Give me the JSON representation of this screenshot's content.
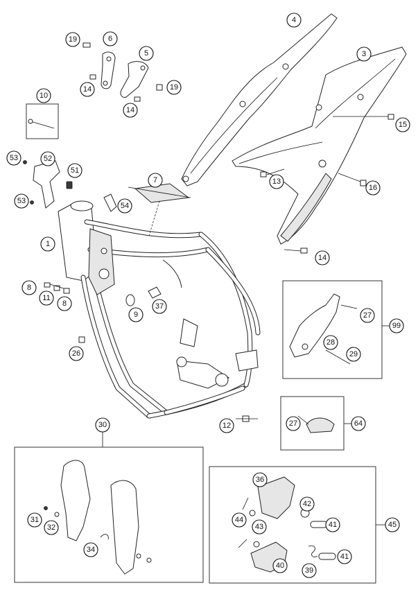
{
  "callouts": [
    {
      "id": "c1",
      "label": "1"
    },
    {
      "id": "c3",
      "label": "3"
    },
    {
      "id": "c4",
      "label": "4"
    },
    {
      "id": "c5",
      "label": "5"
    },
    {
      "id": "c6",
      "label": "6"
    },
    {
      "id": "c7",
      "label": "7"
    },
    {
      "id": "c8a",
      "label": "8"
    },
    {
      "id": "c8b",
      "label": "8"
    },
    {
      "id": "c9",
      "label": "9"
    },
    {
      "id": "c10",
      "label": "10"
    },
    {
      "id": "c11",
      "label": "11"
    },
    {
      "id": "c12",
      "label": "12"
    },
    {
      "id": "c13",
      "label": "13"
    },
    {
      "id": "c14a",
      "label": "14"
    },
    {
      "id": "c14b",
      "label": "14"
    },
    {
      "id": "c14c",
      "label": "14"
    },
    {
      "id": "c15",
      "label": "15"
    },
    {
      "id": "c16",
      "label": "16"
    },
    {
      "id": "c19a",
      "label": "19"
    },
    {
      "id": "c19b",
      "label": "19"
    },
    {
      "id": "c26",
      "label": "26"
    },
    {
      "id": "c27a",
      "label": "27"
    },
    {
      "id": "c27b",
      "label": "27"
    },
    {
      "id": "c28",
      "label": "28"
    },
    {
      "id": "c29",
      "label": "29"
    },
    {
      "id": "c30",
      "label": "30"
    },
    {
      "id": "c31",
      "label": "31"
    },
    {
      "id": "c32",
      "label": "32"
    },
    {
      "id": "c34",
      "label": "34"
    },
    {
      "id": "c36",
      "label": "36"
    },
    {
      "id": "c37",
      "label": "37"
    },
    {
      "id": "c39",
      "label": "39"
    },
    {
      "id": "c40",
      "label": "40"
    },
    {
      "id": "c41a",
      "label": "41"
    },
    {
      "id": "c41b",
      "label": "41"
    },
    {
      "id": "c42",
      "label": "42"
    },
    {
      "id": "c43",
      "label": "43"
    },
    {
      "id": "c44",
      "label": "44"
    },
    {
      "id": "c45",
      "label": "45"
    },
    {
      "id": "c51",
      "label": "51"
    },
    {
      "id": "c52",
      "label": "52"
    },
    {
      "id": "c53a",
      "label": "53"
    },
    {
      "id": "c53b",
      "label": "53"
    },
    {
      "id": "c54",
      "label": "54"
    },
    {
      "id": "c64",
      "label": "64"
    },
    {
      "id": "c99",
      "label": "99"
    }
  ]
}
